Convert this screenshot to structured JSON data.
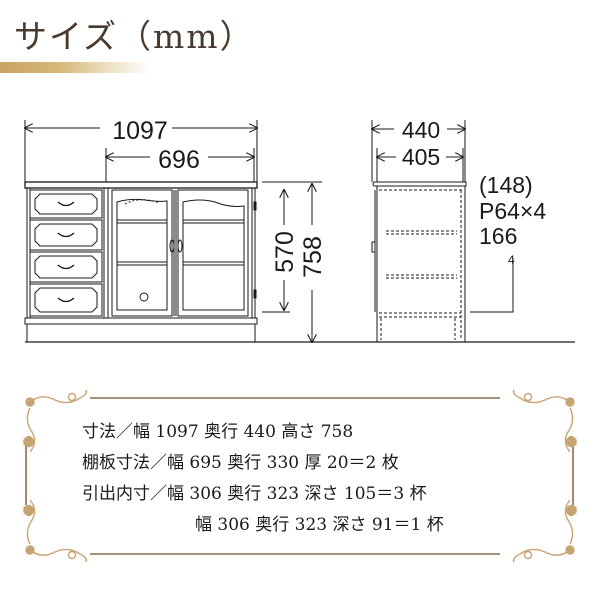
{
  "header": {
    "title": "サイズ（mm）",
    "accent_color": "#c9a464"
  },
  "front_view": {
    "overall_width": "1097",
    "door_width": "696",
    "door_height": "570",
    "overall_height": "758",
    "drawer_count": 4,
    "door_count": 2
  },
  "side_view": {
    "overall_depth": "440",
    "inner_depth": "405",
    "shelf_pitch_top": "(148)",
    "shelf_pitch": "P64×4",
    "shelf_pitch_bottom": "166"
  },
  "specs": {
    "rows": [
      "寸法／幅 1097 奥行 440 高さ 758",
      "棚板寸法／幅 695 奥行 330 厚 20＝2 枚",
      "引出内寸／幅 306 奥行 323 深さ 105＝3 杯",
      "幅 306 奥行 323 深さ 91＝1 杯"
    ],
    "frame_color": "#c8a473",
    "rule_color": "#8a6d4e"
  }
}
